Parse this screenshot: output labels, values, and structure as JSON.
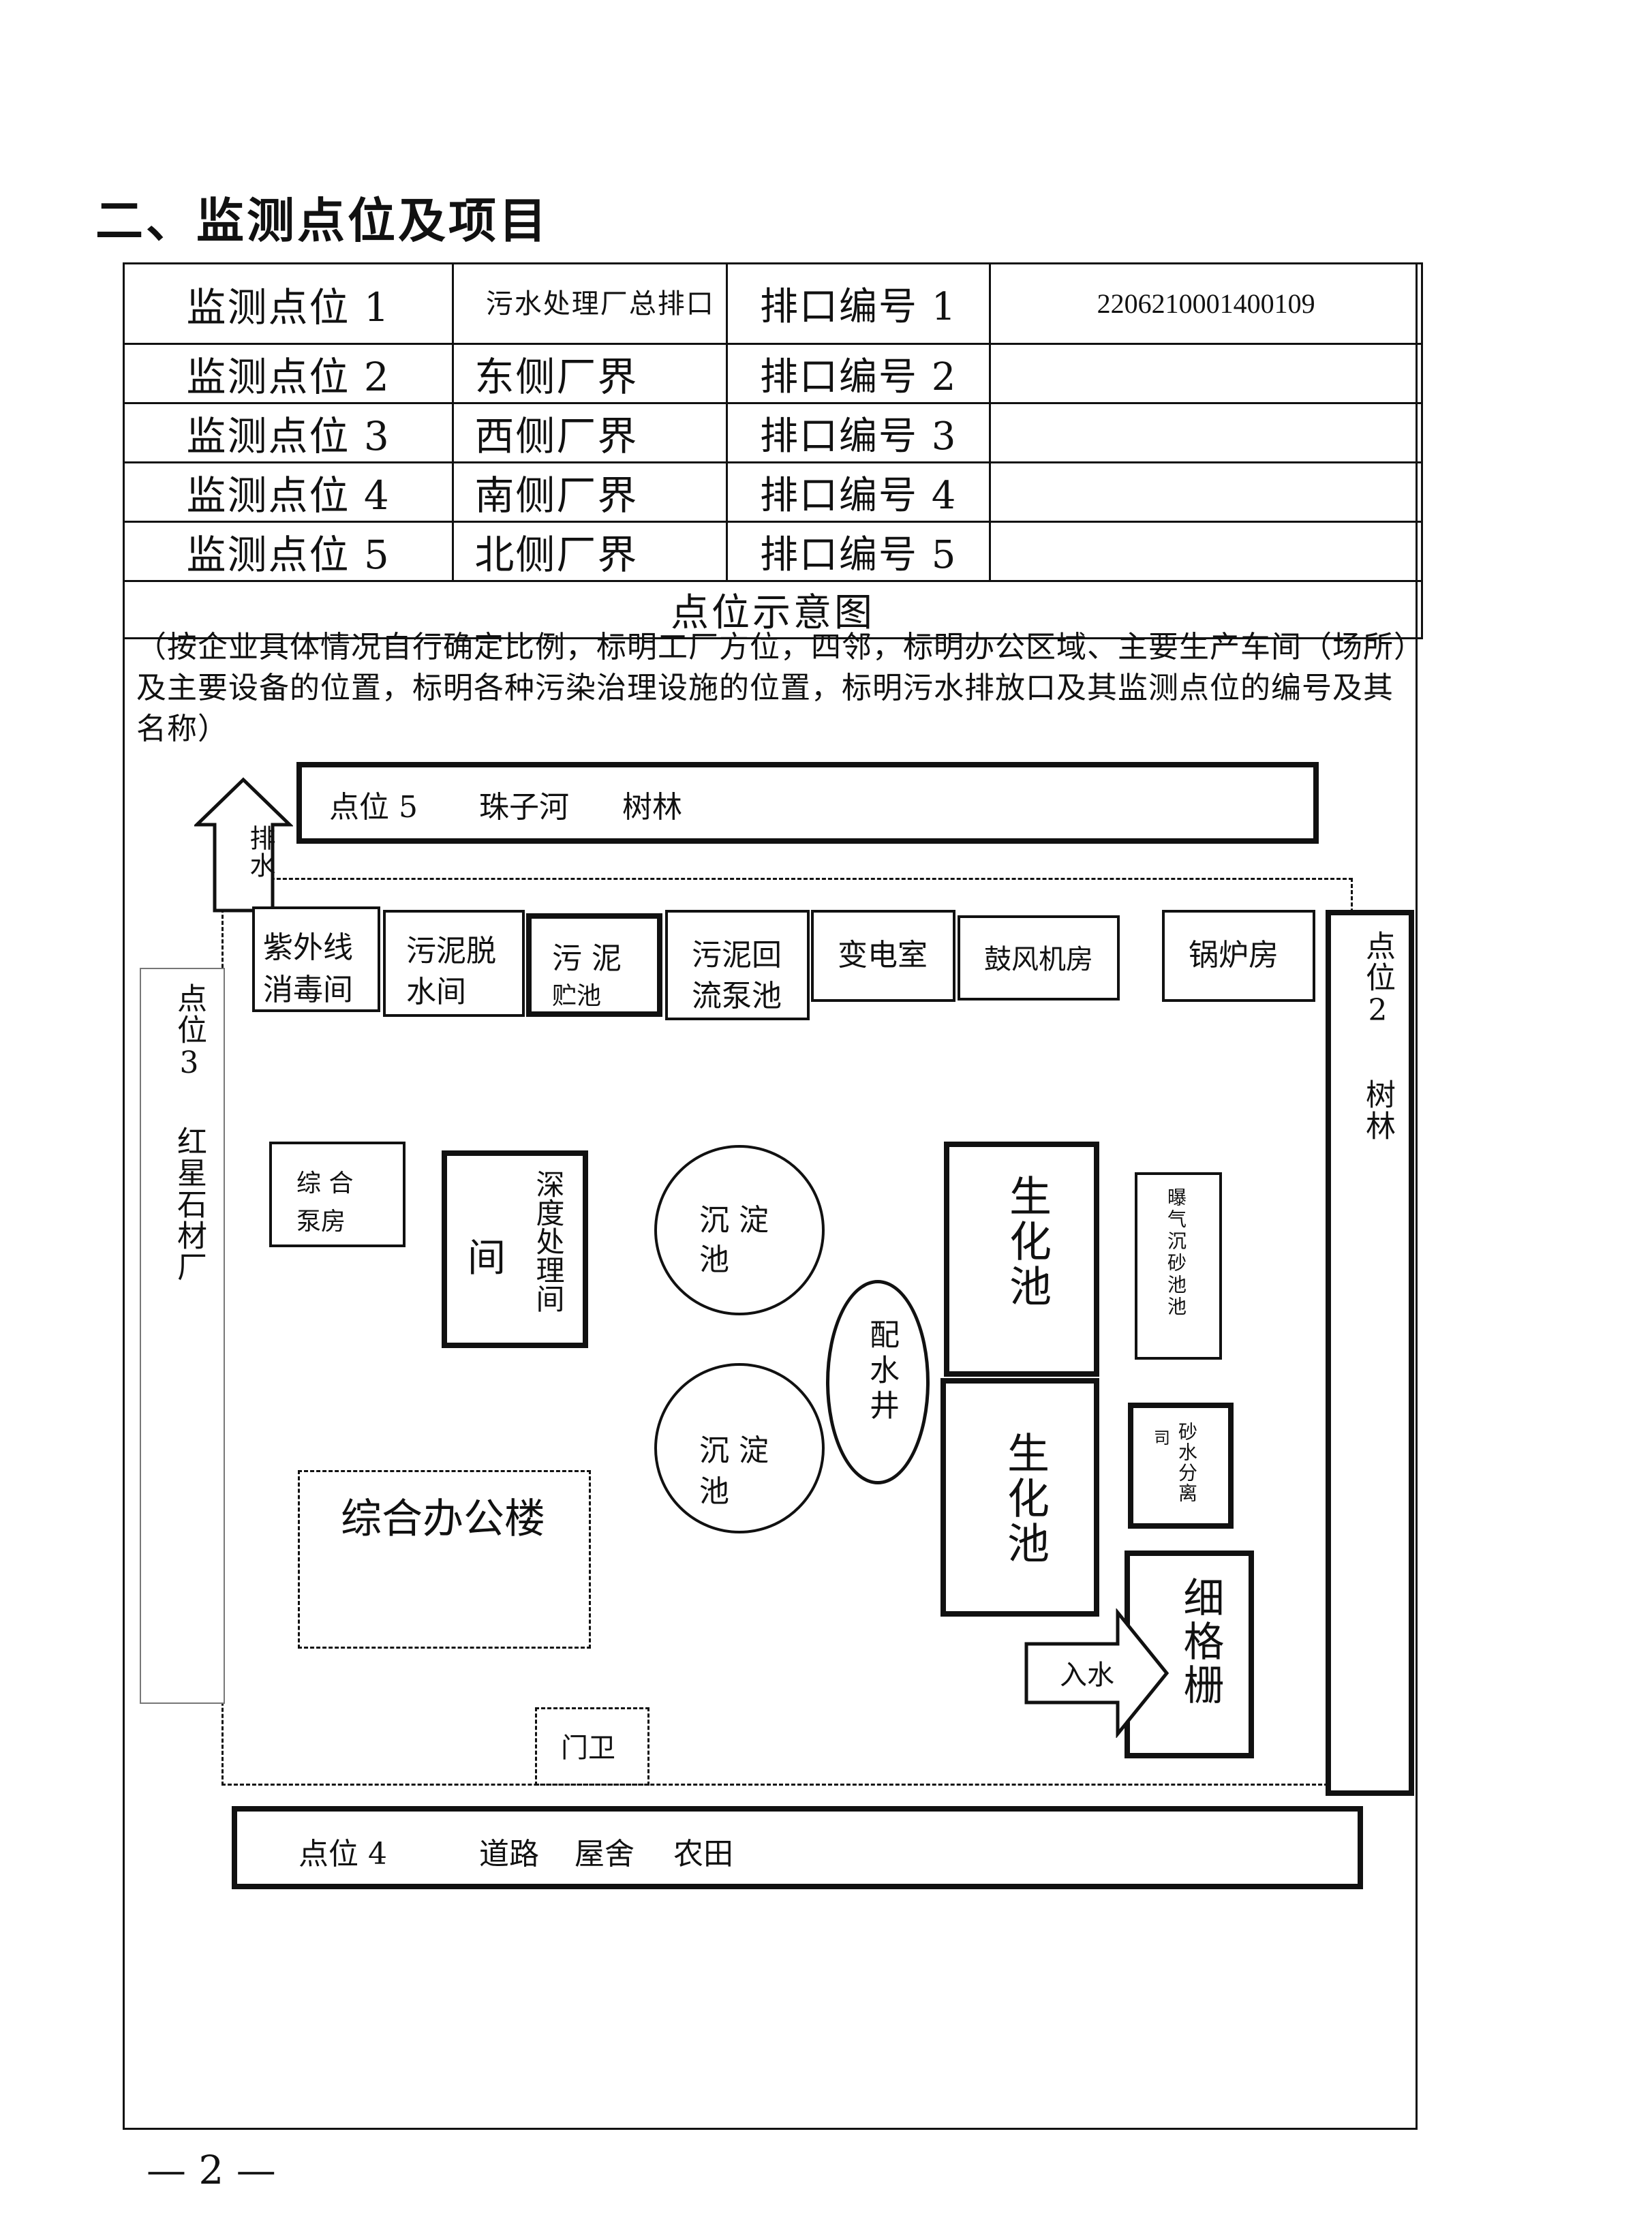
{
  "heading": "二、监测点位及项目",
  "table": {
    "rows": [
      {
        "point": "监测点位 1",
        "location": "污水处理厂总排口",
        "outlet": "排口编号 1",
        "code": "2206210001400109"
      },
      {
        "point": "监测点位 2",
        "location": "东侧厂界",
        "outlet": "排口编号 2",
        "code": ""
      },
      {
        "point": "监测点位 3",
        "location": "西侧厂界",
        "outlet": "排口编号 3",
        "code": ""
      },
      {
        "point": "监测点位 4",
        "location": "南侧厂界",
        "outlet": "排口编号 4",
        "code": ""
      },
      {
        "point": "监测点位 5",
        "location": "北侧厂界",
        "outlet": "排口编号 5",
        "code": ""
      }
    ]
  },
  "map": {
    "title": "点位示意图",
    "note": "（按企业具体情况自行确定比例，标明工厂方位，四邻，标明办公区域、主要生产车间（场所）及主要设备的位置，标明各种污染治理设施的位置，标明污水排放口及其监测点位的编号及其名称）",
    "north": {
      "point": "点位 5",
      "n1": "珠子河",
      "n2": "树林"
    },
    "south": {
      "point": "点位 4",
      "n1": "道路",
      "n2": "屋舍",
      "n3": "农田"
    },
    "east": {
      "point": "点位2",
      "n1": "树林"
    },
    "west": {
      "point": "点位3",
      "n1": "红星石材厂"
    },
    "discharge": "排水",
    "inflow": "入水",
    "buildings": {
      "uv": "紫外线消毒间",
      "uv_l1": "紫外线",
      "uv_l2": "消毒间",
      "dewater_l1": "污泥脱",
      "dewater_l2": "水间",
      "storage_l1": "污 泥",
      "storage_l2": "贮池",
      "return_l1": "污泥回",
      "return_l2": "流泵池",
      "substation": "变电室",
      "blower": "鼓风机房",
      "boiler": "锅炉房",
      "pump_l1": "综 合",
      "pump_l2": "泵房",
      "deep_a": "间",
      "deep_b": "深度处理间",
      "sed1_l1": "沉 淀",
      "sed1_l2": "池",
      "sed2_l1": "沉 淀",
      "sed2_l2": "池",
      "well": "配水井",
      "bio1": "生化池",
      "bio2": "生化池",
      "grit": "曝气沉砂池池",
      "sep_a": "司",
      "sep_b": "砂水分离",
      "screen": "细格栅",
      "office": "综合办公楼",
      "gate": "门卫"
    }
  },
  "page_number": "— 2 —"
}
